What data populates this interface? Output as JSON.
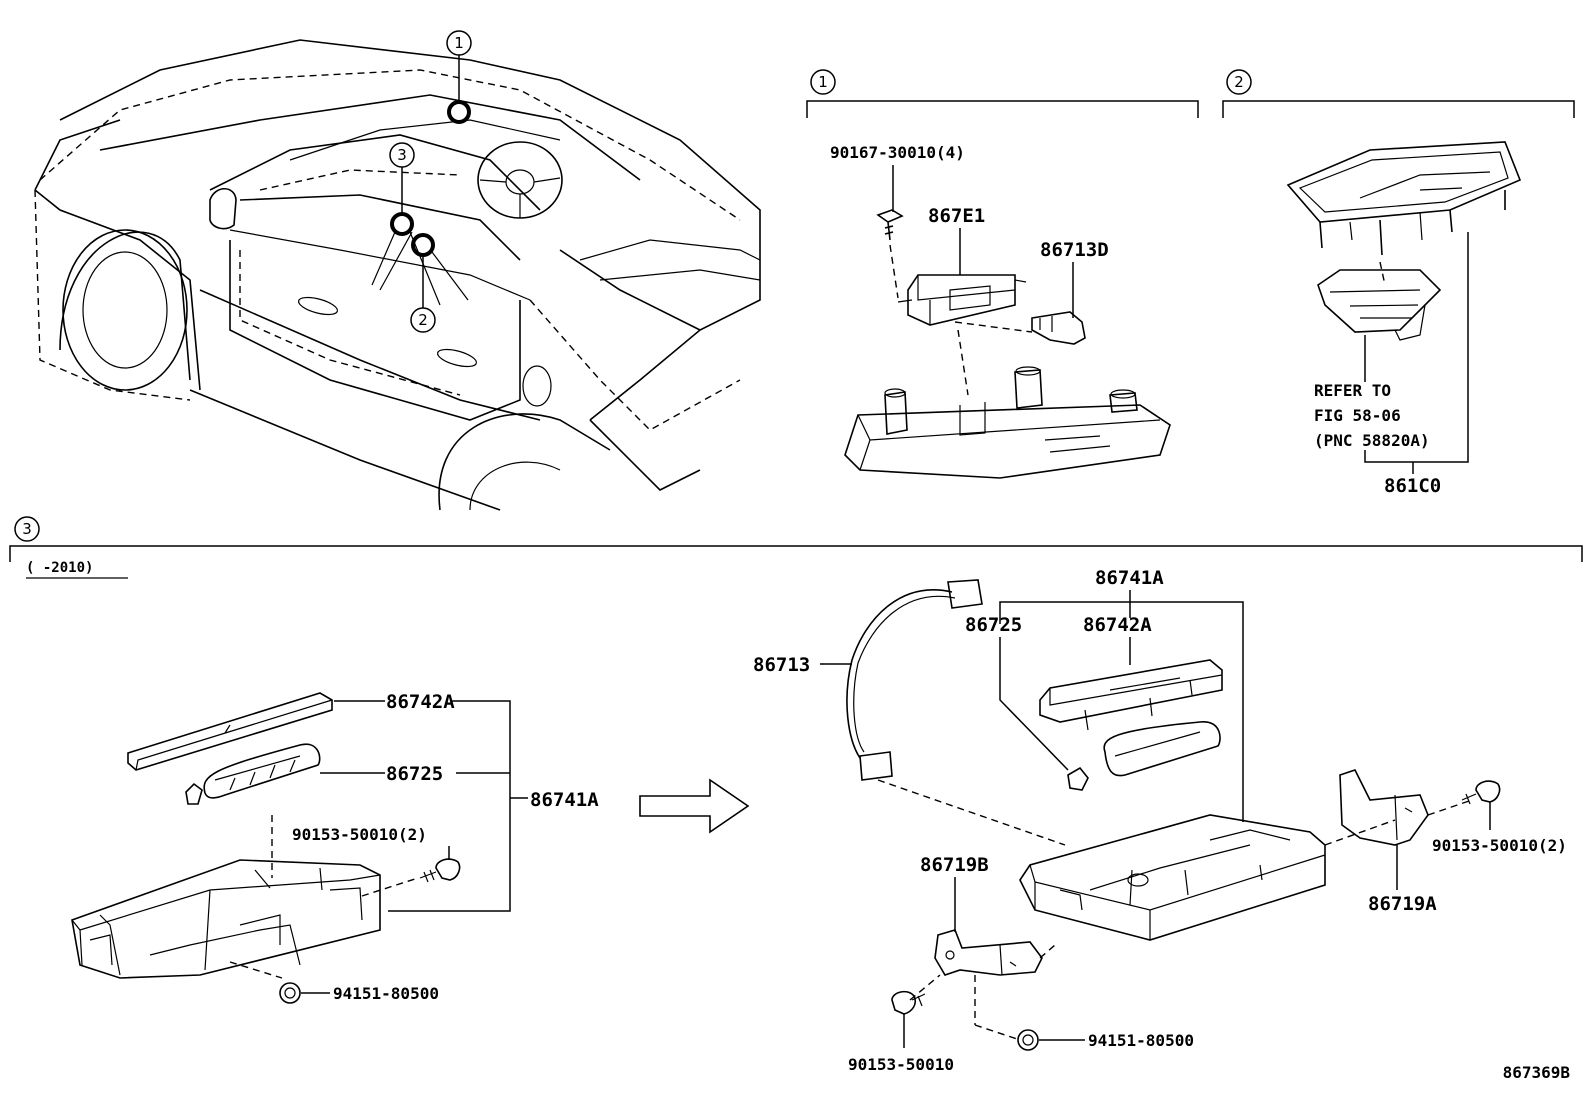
{
  "overview": {
    "callout_1": "1",
    "callout_2": "2",
    "callout_3": "3"
  },
  "section_1": {
    "title": "1",
    "parts": {
      "bolt": "90167-30010(4)",
      "lamp": "867E1",
      "connector": "86713D"
    }
  },
  "section_2": {
    "title": "2",
    "refer_line1": "REFER TO",
    "refer_line2": "FIG 58-06",
    "refer_line3": "(PNC 58820A)",
    "part": "861C0"
  },
  "section_3": {
    "title": "3",
    "range_note": "(      -2010)",
    "left": {
      "panel": "86742A",
      "bulb": "86725",
      "assembly": "86741A",
      "bolt": "90153-50010(2)",
      "nut": "94151-80500"
    },
    "right": {
      "assembly": "86741A",
      "bulb": "86725",
      "panel": "86742A",
      "harness": "86713",
      "bracket_b": "86719B",
      "bracket_a": "86719A",
      "bolt_right": "90153-50010(2)",
      "bolt_bottom": "90153-50010",
      "nut": "94151-80500"
    }
  },
  "figure_id": "867369B"
}
